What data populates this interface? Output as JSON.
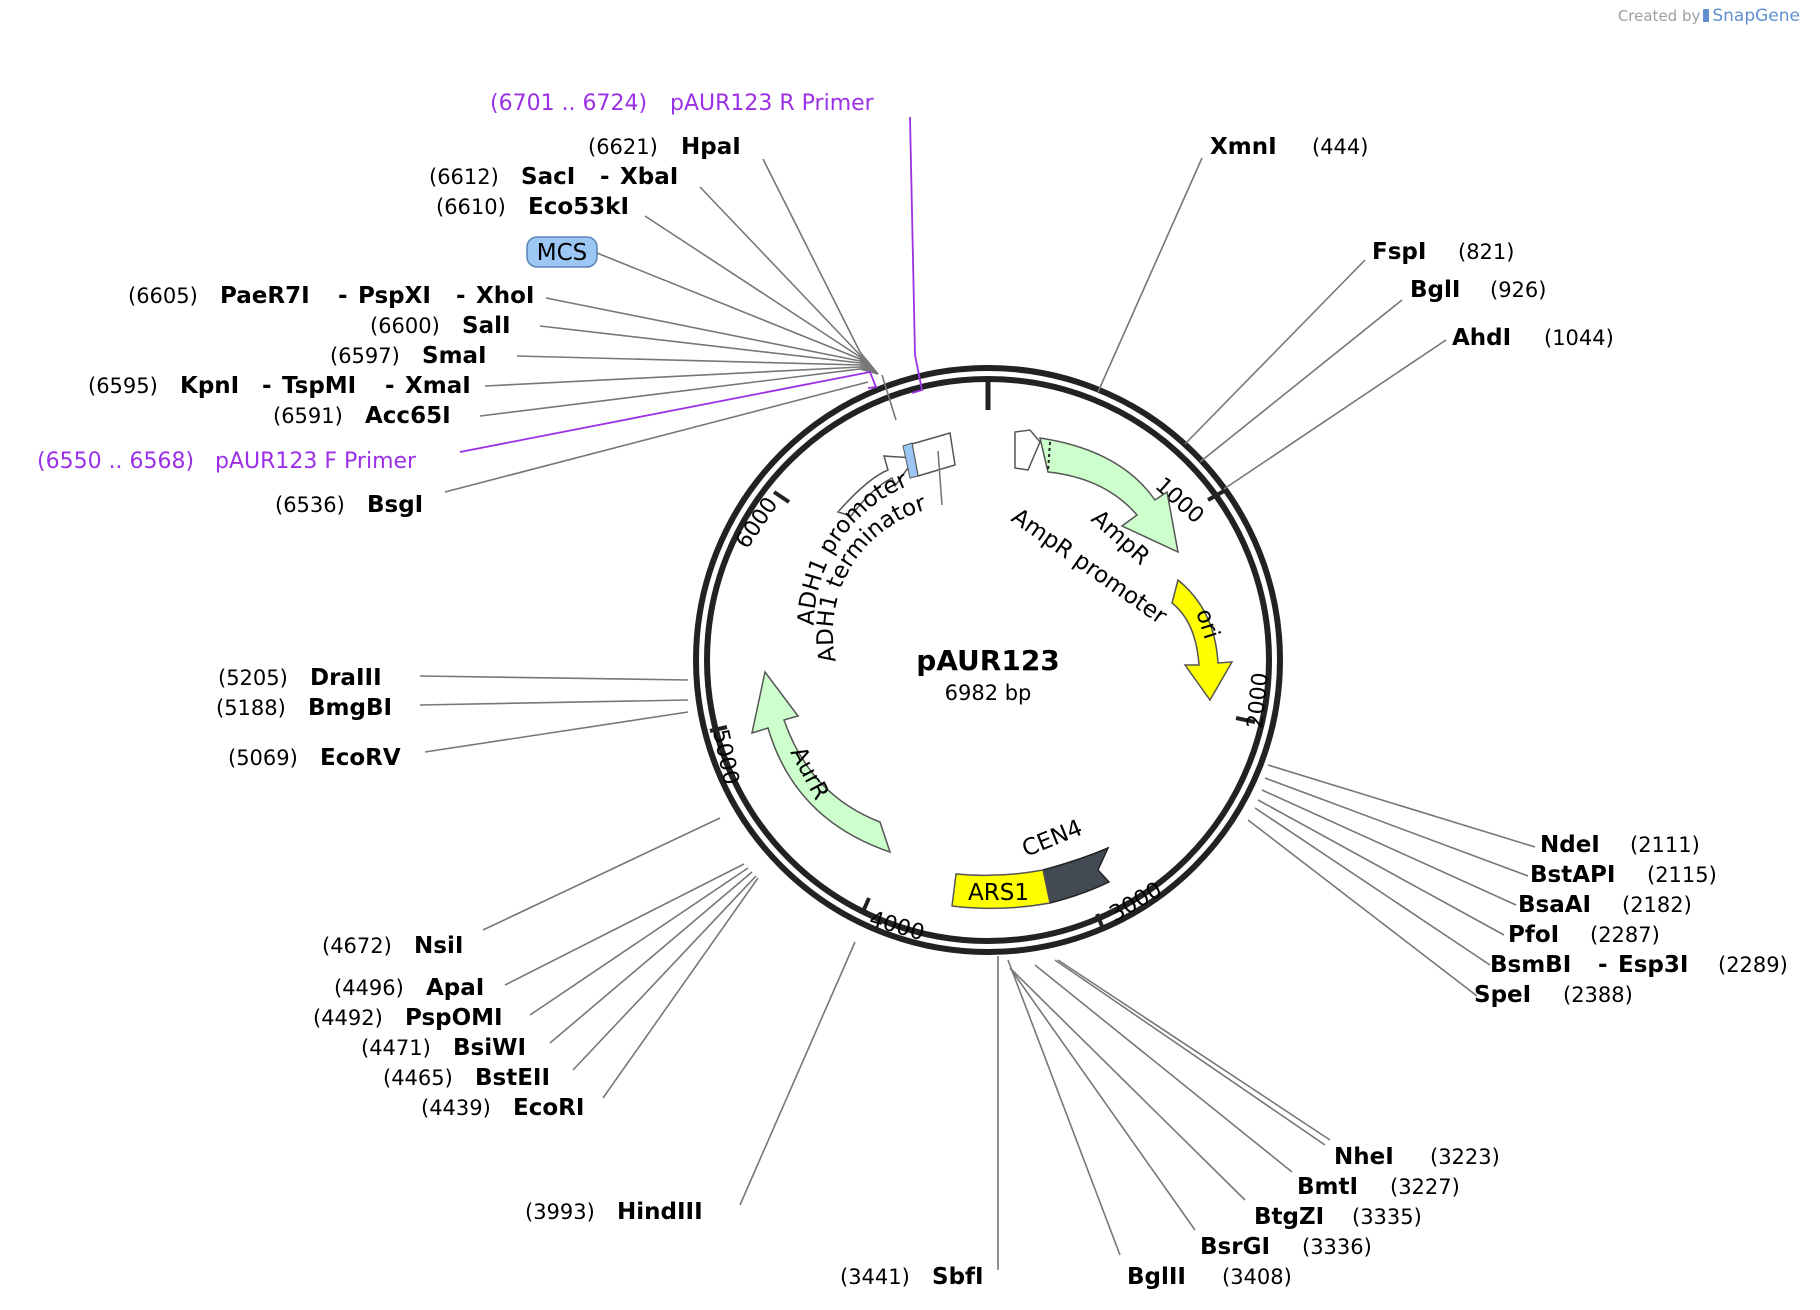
{
  "credit": {
    "prefix": "Created by",
    "brand": "SnapGene"
  },
  "plasmid": {
    "name": "pAUR123",
    "size_text": "6982 bp",
    "length": 6982
  },
  "ruler_ticks": [
    "1000",
    "2000",
    "3000",
    "4000",
    "5000",
    "6000"
  ],
  "features": [
    {
      "id": "ampr-promoter",
      "label": "AmpR promoter",
      "type": "promoter",
      "color": "#ffffff"
    },
    {
      "id": "ampr",
      "label": "AmpR",
      "type": "cds",
      "color": "#ccffcc"
    },
    {
      "id": "ori",
      "label": "ori",
      "type": "rep_origin",
      "color": "#ffff00"
    },
    {
      "id": "cen4",
      "label": "CEN4",
      "type": "centromere",
      "color": "#434a54"
    },
    {
      "id": "ars1",
      "label": "ARS1",
      "type": "rep_origin",
      "color": "#ffff00"
    },
    {
      "id": "aurr",
      "label": "AurR",
      "type": "cds",
      "color": "#ccffcc"
    },
    {
      "id": "adh1-promoter",
      "label": "ADH1 promoter",
      "type": "promoter",
      "color": "#ffffff"
    },
    {
      "id": "adh1-terminator",
      "label": "ADH1 terminator",
      "type": "terminator",
      "color": "#ffffff"
    },
    {
      "id": "mcs",
      "label": "MCS",
      "type": "misc",
      "color": "#9cc7f5"
    }
  ],
  "primers": [
    {
      "id": "primer-r",
      "range": "(6701 .. 6724)",
      "name": "pAUR123 R Primer",
      "color": "#9b30e6"
    },
    {
      "id": "primer-f",
      "range": "(6550 .. 6568)",
      "name": "pAUR123 F Primer",
      "color": "#9b30e6"
    }
  ],
  "sites": [
    {
      "names": [
        "HpaI"
      ],
      "pos": "(6621)"
    },
    {
      "names": [
        "SacI",
        "XbaI"
      ],
      "pos": "(6612)"
    },
    {
      "names": [
        "Eco53kI"
      ],
      "pos": "(6610)"
    },
    {
      "names": [
        "PaeR7I",
        "PspXI",
        "XhoI"
      ],
      "pos": "(6605)"
    },
    {
      "names": [
        "SalI"
      ],
      "pos": "(6600)"
    },
    {
      "names": [
        "SmaI"
      ],
      "pos": "(6597)"
    },
    {
      "names": [
        "KpnI",
        "TspMI",
        "XmaI"
      ],
      "pos": "(6595)"
    },
    {
      "names": [
        "Acc65I"
      ],
      "pos": "(6591)"
    },
    {
      "names": [
        "BsgI"
      ],
      "pos": "(6536)"
    },
    {
      "names": [
        "DraIII"
      ],
      "pos": "(5205)"
    },
    {
      "names": [
        "BmgBI"
      ],
      "pos": "(5188)"
    },
    {
      "names": [
        "EcoRV"
      ],
      "pos": "(5069)"
    },
    {
      "names": [
        "NsiI"
      ],
      "pos": "(4672)"
    },
    {
      "names": [
        "ApaI"
      ],
      "pos": "(4496)"
    },
    {
      "names": [
        "PspOMI"
      ],
      "pos": "(4492)"
    },
    {
      "names": [
        "BsiWI"
      ],
      "pos": "(4471)"
    },
    {
      "names": [
        "BstEII"
      ],
      "pos": "(4465)"
    },
    {
      "names": [
        "EcoRI"
      ],
      "pos": "(4439)"
    },
    {
      "names": [
        "HindIII"
      ],
      "pos": "(3993)"
    },
    {
      "names": [
        "SbfI"
      ],
      "pos": "(3441)"
    },
    {
      "names": [
        "BglII"
      ],
      "pos": "(3408)"
    },
    {
      "names": [
        "BsrGI"
      ],
      "pos": "(3336)"
    },
    {
      "names": [
        "BtgZI"
      ],
      "pos": "(3335)"
    },
    {
      "names": [
        "BmtI"
      ],
      "pos": "(3227)"
    },
    {
      "names": [
        "NheI"
      ],
      "pos": "(3223)"
    },
    {
      "names": [
        "XmnI"
      ],
      "pos": "(444)"
    },
    {
      "names": [
        "FspI"
      ],
      "pos": "(821)"
    },
    {
      "names": [
        "BglI"
      ],
      "pos": "(926)"
    },
    {
      "names": [
        "AhdI"
      ],
      "pos": "(1044)"
    },
    {
      "names": [
        "NdeI"
      ],
      "pos": "(2111)"
    },
    {
      "names": [
        "BstAPI"
      ],
      "pos": "(2115)"
    },
    {
      "names": [
        "BsaAI"
      ],
      "pos": "(2182)"
    },
    {
      "names": [
        "PfoI"
      ],
      "pos": "(2287)"
    },
    {
      "names": [
        "BsmBI",
        "Esp3I"
      ],
      "pos": "(2289)"
    },
    {
      "names": [
        "SpeI"
      ],
      "pos": "(2388)"
    }
  ]
}
